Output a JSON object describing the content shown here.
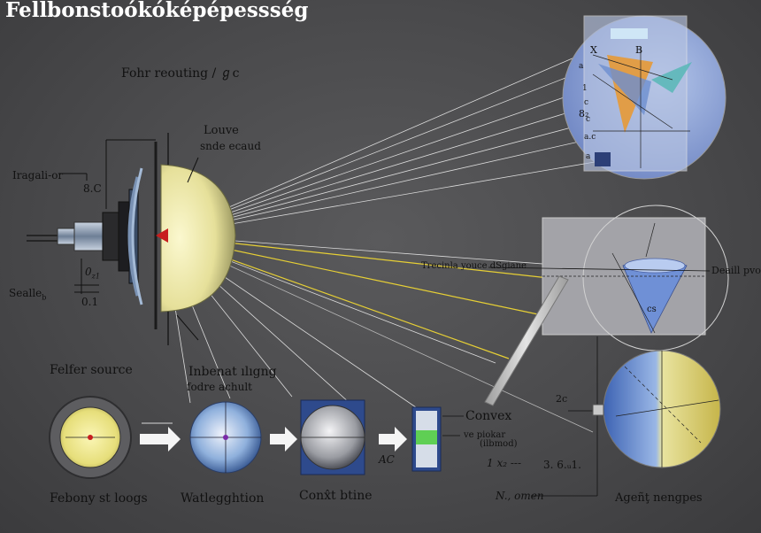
{
  "title": "Fellbonstoókóképépessség",
  "labels": {
    "focus_rotating": "Fohr reouting / ℊc",
    "louve": "Louve",
    "side_sound": "snde ecaud",
    "imaging": "Iragali-or",
    "imaging_value": "8.C",
    "scale": "Sealle",
    "scale_sub": "b",
    "scale_v1": "0",
    "scale_v1_sub": "z1",
    "scale_v2": "0.1",
    "trace_source": "Trecinla youce dSgiane",
    "detail": "Deaill pvole",
    "detail_value": "cs",
    "felfer_source": "Felfer source",
    "inbenat_line1": "Inbenat ılıgng",
    "inbenat_line2": "fodre achult",
    "convex": "Convex",
    "ve_picker": "ve piokar",
    "simod": "(ilbmod)",
    "ac": "AC",
    "lx": "1 x₂ ---",
    "value_361": "3. 6.ᵤ1.",
    "two_c": "2c",
    "n_omen": "N., omen",
    "febony": "Febony st loogs",
    "watlegg": "Watlegghtion",
    "conxt": "Conx̂t btine",
    "agent": "Ageñţ nengpes"
  },
  "inset_top": {
    "x_mark": "X",
    "b_mark": "B",
    "ticks_left": [
      "a",
      "1",
      "c",
      "c",
      "8₂",
      "a.c",
      "a"
    ]
  },
  "colors": {
    "background": "#4a4a4c",
    "lens_yellow": "#f2efb0",
    "sphere_blue": "#6f8fcf",
    "arrow_red": "#c81e1e",
    "ray_yellow": "#e8d23a",
    "ray_white": "#e6e6e6",
    "inset_orange": "#e59a3a"
  }
}
